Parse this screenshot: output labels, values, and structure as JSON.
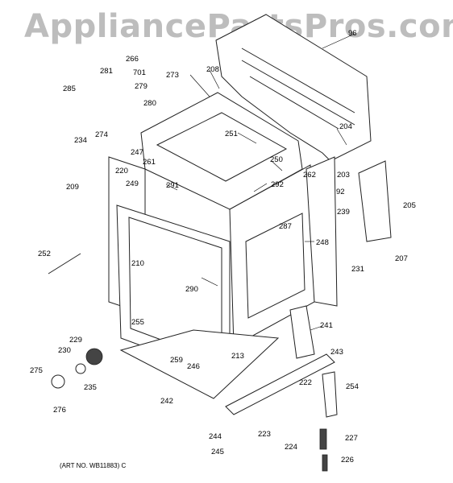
{
  "watermark": "AppliancePartsPros.com",
  "art_number": "(ART NO. WB11883)  C",
  "callouts": [
    "96",
    "266",
    "701",
    "279",
    "281",
    "285",
    "280",
    "274",
    "273",
    "208",
    "251",
    "204",
    "234",
    "247",
    "261",
    "220",
    "209",
    "249",
    "291",
    "292",
    "250",
    "262",
    "203",
    "92",
    "239",
    "205",
    "252",
    "287",
    "248",
    "207",
    "210",
    "290",
    "231",
    "255",
    "241",
    "229",
    "230",
    "213",
    "259",
    "246",
    "243",
    "275",
    "235",
    "242",
    "222",
    "254",
    "276",
    "244",
    "223",
    "224",
    "227",
    "245",
    "226"
  ]
}
